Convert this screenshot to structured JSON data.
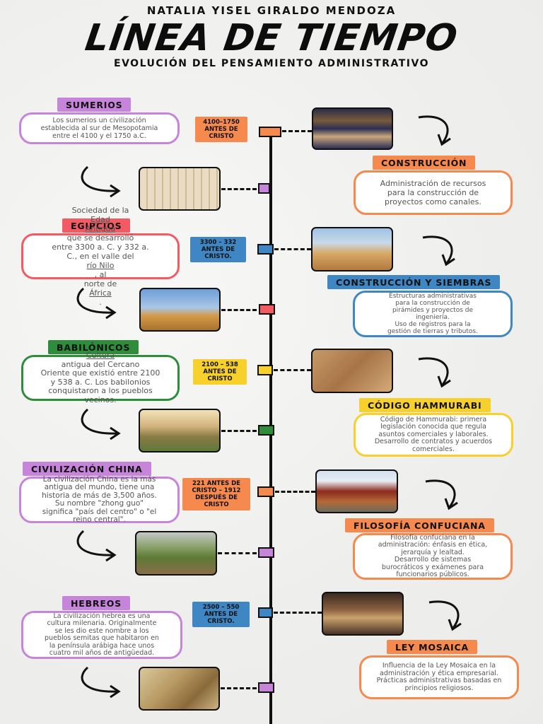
{
  "header": {
    "author": "NATALIA YISEL GIRALDO MENDOZA",
    "title": "LÍNEA DE TIEMPO",
    "subtitle": "EVOLUCIÓN DEL PENSAMIENTO ADMINISTRATIVO"
  },
  "colors": {
    "purple": "#c684da",
    "orange": "#f5894e",
    "blue": "#3f86c4",
    "red": "#f35a63",
    "yellow": "#f7d02c",
    "green": "#2e8c3a"
  },
  "sumerios": {
    "name": "SUMERIOS",
    "desc": [
      "Los sumerios un civilización",
      "establecida al sur de Mesopotamia",
      "entre el 4100 y el 1750 a.C."
    ],
    "date": [
      "4100–1750",
      "ANTES DE",
      "CRISTO"
    ],
    "topic": "CONSTRUCCIÓN",
    "topic_desc": [
      "Administración  de recursos",
      "para la construcción de",
      "proyectos como  canales."
    ]
  },
  "egipcios": {
    "name": "EGIPCIOS",
    "desc": [
      "Sociedad de la ",
      "Edad",
      "Antigua",
      " que se desarrolló",
      "entre 3300 a. C. y 332 a.",
      "C., en el valle del ",
      "río Nilo",
      ", al",
      "norte de ",
      "África",
      "."
    ],
    "date": [
      "3300 – 332",
      "ANTES DE",
      "CRISTO."
    ],
    "topic": "CONSTRUCCIÓN Y SIEMBRAS",
    "topic_desc": [
      "Estructuras administrativas",
      "para la construcción de",
      "pirámides y proyectos de",
      "ingeniería.",
      "Uso de registros para la",
      "gestión de tierras y tributos."
    ]
  },
  "babilonicos": {
    "name": "BABILÓNICOS",
    "desc": [
      "Cultura",
      " antigua del Cercano",
      "Oriente que existió entre 2100",
      "y 538 a. C. Los babilonios",
      "conquistaron a los pueblos",
      "vecinos."
    ],
    "date": [
      "2100 – 538",
      "ANTES DE",
      "CRISTO"
    ],
    "topic": "CÓDIGO HAMMURABI",
    "topic_desc": [
      "Código de Hammurabi: primera",
      "legislación conocida que regula",
      "asuntos comerciales y laborales.",
      "Desarrollo de contratos y acuerdos",
      "comerciales."
    ]
  },
  "china": {
    "name": "CIVILIZACIÓN CHINA",
    "desc": [
      "La civilización China es la más",
      "antigua del mundo, tiene una",
      "historia de más de 3,500 años.",
      "Su nombre \"zhong guo\"",
      "significa \"país del centro\" o \"el",
      "reino central\"."
    ],
    "date": [
      "221 ANTES DE",
      "CRISTO – 1912",
      "DESPUÉS DE",
      "CRISTO"
    ],
    "topic": "FILOSOFÍA CONFUCIANA",
    "topic_desc": [
      "Filosofía confuciana en la",
      "administración: énfasis en ética,",
      "jerarquía y lealtad.",
      "Desarrollo de sistemas",
      "burocráticos y exámenes para",
      "funcionarios públicos."
    ]
  },
  "hebreos": {
    "name": "HEBREOS",
    "desc": [
      "La civilización hebrea es una",
      "cultura milenaria. Originalmente",
      "se les dio este nombre a los",
      "pueblos semitas que habitaron en",
      "la península arábiga hace unos",
      "cuatro mil años de antigüedad."
    ],
    "date": [
      "2500 – 550",
      "ANTES DE",
      "CRISTO."
    ],
    "topic": "LEY MOSAICA",
    "topic_desc": [
      "Influencia de la Ley Mosaica en la",
      "administración y ética empresarial.",
      "Prácticas administrativas basadas en",
      "principios religiosos."
    ]
  }
}
